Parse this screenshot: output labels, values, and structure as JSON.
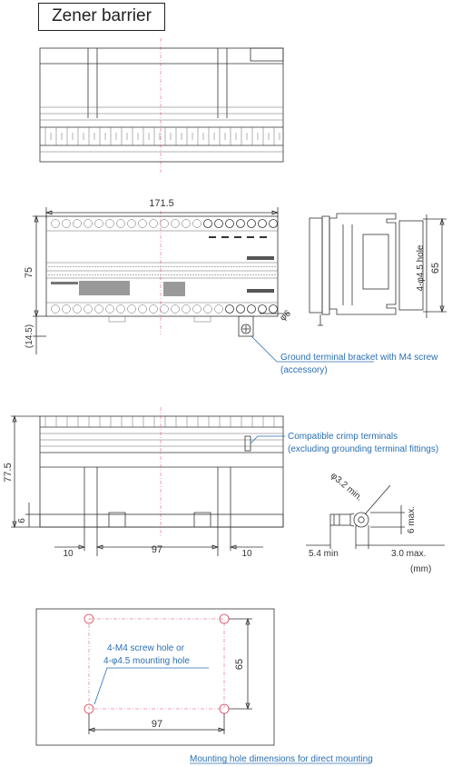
{
  "title": "Zener barrier",
  "dims": {
    "width_top": "171.5",
    "height_75": "75",
    "offset_145": "(14.5)",
    "hole_45": "4-φ4.5 hole",
    "height_65_side": "65",
    "phi6": "φ6",
    "height_775": "77.5",
    "offset_6": "6",
    "left_10": "10",
    "center_97": "97",
    "right_10": "10",
    "crimp_phi32": "φ3.2 min.",
    "crimp_6max": "6 max.",
    "crimp_54": "5.4 min",
    "crimp_30": "3.0 max.",
    "units": "(mm)",
    "mount_65": "65",
    "mount_97": "97"
  },
  "notes": {
    "ground_line1": "Ground terminal bracket with M4 screw",
    "ground_line2": "(accessory)",
    "crimp_line1": "Compatible crimp terminals",
    "crimp_line2": "(excluding grounding terminal fittings)",
    "mount_hole_line1": "4-M4 screw hole or",
    "mount_hole_line2": "4-φ4.5 mounting hole",
    "mount_caption": "Mounting hole dimensions for direct mounting"
  }
}
